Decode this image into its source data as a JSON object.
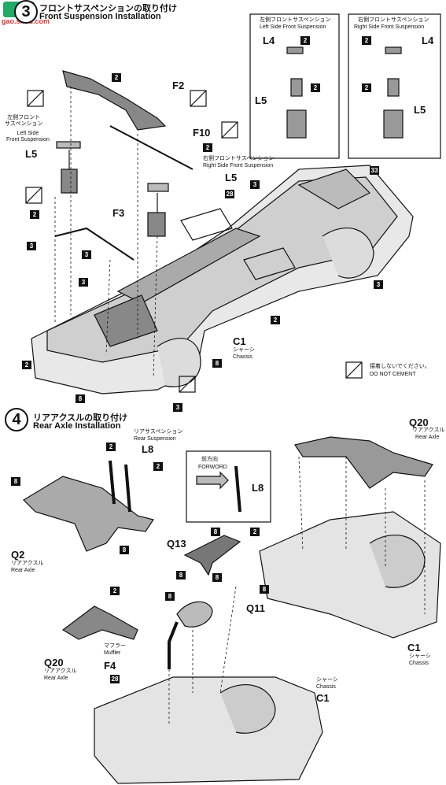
{
  "watermark": "gao.shou.com",
  "step3": {
    "number": "3",
    "title_jp": "フロントサスペンションの取り付け",
    "title_en": "Front Suspension Installation"
  },
  "inset_left": {
    "title_jp": "左側フロントサスペンション",
    "title_en": "Left Side Front Suspension",
    "parts": [
      "L4",
      "L5"
    ]
  },
  "inset_right": {
    "title_jp": "右側フロントサスペンション",
    "title_en": "Right Side Front Suspension",
    "parts": [
      "L4",
      "L5"
    ]
  },
  "labels_step3": {
    "f2": "F2",
    "f10": "F10",
    "f3": "F3",
    "l5_left": "L5",
    "l5_right": "L5",
    "left_susp_jp": "左側フロント\nサスペンション",
    "left_susp_en": "Left Side\nFront Suspension",
    "right_susp_jp": "右側フロントサスペンション",
    "right_susp_en": "Right Side Front Suspension",
    "c1": "C1",
    "c1_jp": "シャーシ",
    "c1_en": "Chassis",
    "do_not_cement_jp": "接着しないでください。",
    "do_not_cement_en": "DO NOT CEMENT"
  },
  "step4": {
    "number": "4",
    "title_jp": "リアアクスルの取り付け",
    "title_en": "Rear Axle Installation"
  },
  "labels_step4": {
    "l8": "L8",
    "l8_jp": "リアサスペンション",
    "l8_en": "Rear Suspension",
    "forword_jp": "前方向",
    "forword_en": "FORWORD",
    "l8_inset": "L8",
    "q2": "Q2",
    "q2_jp": "リアアクスル",
    "q2_en": "Rear Axle",
    "q13": "Q13",
    "q11": "Q11",
    "q20": "Q20",
    "q20_jp": "リアアクスル",
    "q20_en": "Rear Axle",
    "q20_top": "Q20",
    "q20_top_jp": "リアアクスル",
    "q20_top_en": "Rear Axle",
    "f4": "F4",
    "f4_jp": "マフラー",
    "f4_en": "Muffler",
    "c1_right": "C1",
    "c1_right_jp": "シャーシ",
    "c1_right_en": "Chassis",
    "c1_bottom": "C1",
    "c1_bottom_jp": "シャーシ",
    "c1_bottom_en": "Chassis"
  },
  "boxes": [
    "2",
    "3",
    "8",
    "28",
    "33"
  ]
}
